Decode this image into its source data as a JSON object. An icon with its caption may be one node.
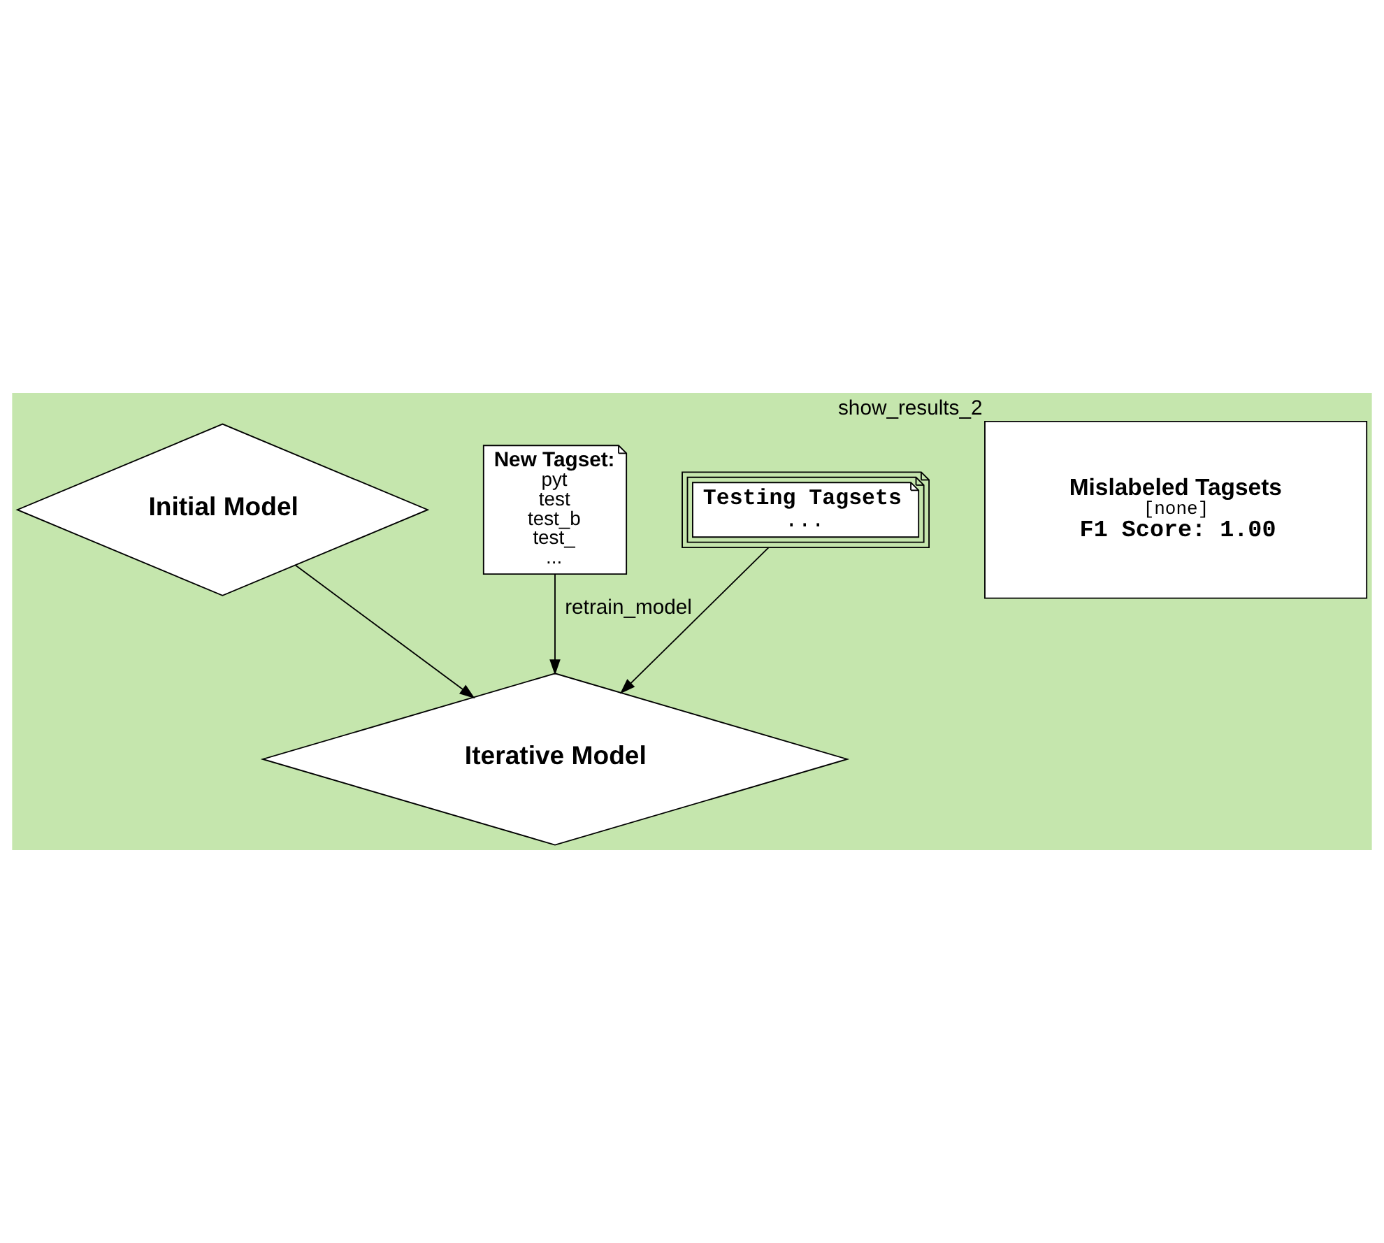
{
  "diagram": {
    "nodes": [
      {
        "text": [
          "Initial Model"
        ]
      },
      {
        "text": [
          "New Tagset:",
          "pyt",
          "test",
          "test_b",
          "test_",
          "..."
        ]
      },
      {
        "text": [
          "Testing Tagsets",
          "..."
        ]
      },
      {
        "text": [
          "Iterative Model"
        ]
      },
      {
        "text": [
          "Mislabeled Tagsets",
          "[none]",
          "F1 Score: 1.00"
        ],
        "beside": [
          "show_results_2"
        ]
      }
    ],
    "edges": [
      {
        "from": 0,
        "to": 3,
        "arrow": "to"
      },
      {
        "from": 2,
        "to": 3,
        "arrow": "to",
        "label": "retrain_model"
      },
      {
        "from": 1,
        "to": 3,
        "arrow": "to"
      }
    ]
  }
}
